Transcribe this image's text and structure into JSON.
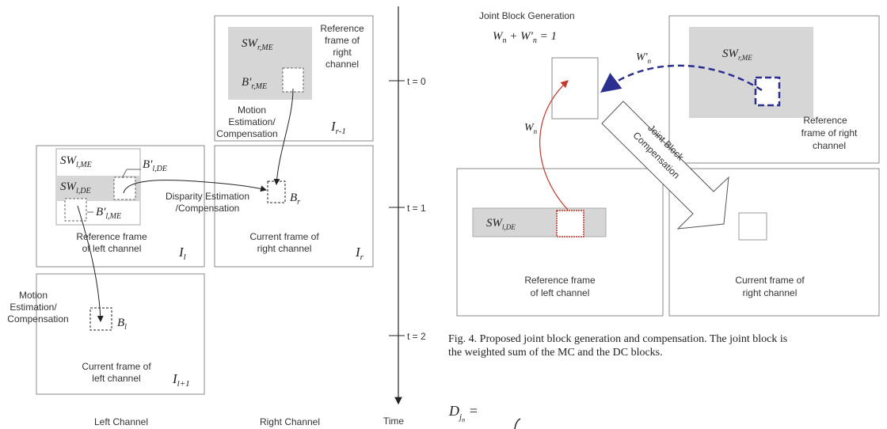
{
  "left": {
    "ref_right": {
      "label": [
        "Reference",
        "frame of",
        "right",
        "channel"
      ],
      "sw": "SW",
      "sw_sub": "r,ME",
      "block": "B'",
      "block_sub": "r,ME",
      "frame": "I",
      "frame_sub": "r-1",
      "arrow_label": [
        "Motion",
        "Estimation/",
        "Compensation"
      ]
    },
    "ref_left": {
      "label": [
        "Reference frame",
        "of left channel"
      ],
      "sw_me": "SW",
      "sw_me_sub": "l,ME",
      "sw_de": "SW",
      "sw_de_sub": "l,DE",
      "block_de": "B'",
      "block_de_sub": "l,DE",
      "block_me": "B'",
      "block_me_sub": "l,ME",
      "frame": "I",
      "frame_sub": "l"
    },
    "cur_right": {
      "label": [
        "Current frame of",
        "right channel"
      ],
      "block": "B",
      "block_sub": "r",
      "frame": "I",
      "frame_sub": "r",
      "arrow_label": [
        "Disparity Estimation",
        "/Compensation"
      ]
    },
    "cur_left": {
      "label": [
        "Current frame of",
        "left channel"
      ],
      "block": "B",
      "block_sub": "l",
      "frame": "I",
      "frame_sub": "l+1",
      "arrow_label": [
        "Motion",
        "Estimation/",
        "Compensation"
      ]
    },
    "time": {
      "t0": "t = 0",
      "t1": "t = 1",
      "t2": "t = 2",
      "axis": "Time"
    },
    "channels": [
      "Left Channel",
      "Right Channel"
    ]
  },
  "right": {
    "title": "Joint Block Generation",
    "weight_eq": "W",
    "weight_eq_sub": "n",
    "weight_eq_plus": " + W'",
    "weight_eq_sub2": "n",
    "weight_eq_rest": " = 1",
    "w_n": "W",
    "w_n_sub": "n",
    "w_prime": "W'",
    "w_prime_sub": "n",
    "ref_right": {
      "sw": "SW",
      "sw_sub": "r,ME",
      "label": [
        "Reference",
        "frame of right",
        "channel"
      ]
    },
    "ref_left": {
      "sw": "SW",
      "sw_sub": "l,DE",
      "label": [
        "Reference frame",
        "of left channel"
      ]
    },
    "cur_right": {
      "label": [
        "Current frame of",
        "right channel"
      ]
    },
    "arrow_text": [
      "Joint Block",
      "Compensation"
    ],
    "caption": [
      "Fig. 4.  Proposed joint block generation and compensation. The joint block is",
      "the weighted sum of the MC and the DC blocks."
    ],
    "formula": "D",
    "formula_sub": "j",
    "formula_sub2": "n",
    "formula_rest": " ="
  },
  "colors": {
    "shade": "#d6d6d6",
    "frame": "#888888",
    "red": "#c0392b",
    "blue": "#2b2f8f"
  }
}
